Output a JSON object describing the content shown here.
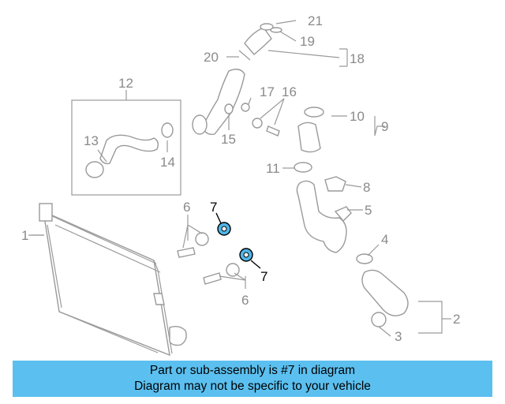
{
  "colors": {
    "banner": "#5bc0f0",
    "highlight": "#4fb5e8",
    "part_line": "#9a9a9a"
  },
  "callouts": {
    "c1": "1",
    "c2": "2",
    "c3": "3",
    "c4": "4",
    "c5": "5",
    "c6a": "6",
    "c6b": "6",
    "c7a": "7",
    "c7b": "7",
    "c8": "8",
    "c9": "9",
    "c10": "10",
    "c11": "11",
    "c12": "12",
    "c13": "13",
    "c14": "14",
    "c15": "15",
    "c16": "16",
    "c17": "17",
    "c18": "18",
    "c19": "19",
    "c20": "20",
    "c21": "21"
  },
  "banner": {
    "line1": "Part or sub-assembly is #7 in diagram",
    "line2": "Diagram may not be specific to your vehicle"
  }
}
